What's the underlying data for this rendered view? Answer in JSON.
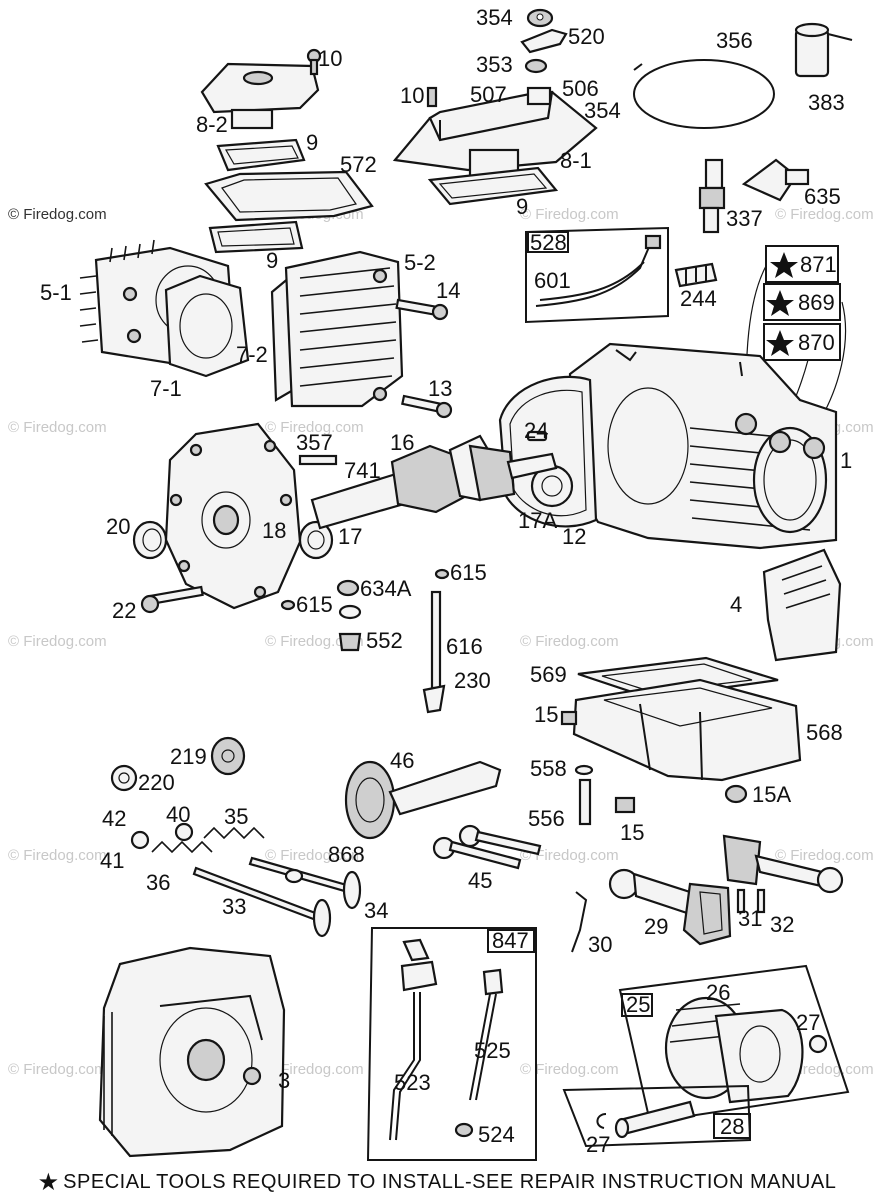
{
  "watermark": {
    "main": "© Firedog.com",
    "repeat": "© Firedog.com"
  },
  "labels": {
    "p354a": "354",
    "p520": "520",
    "p356": "356",
    "p383": "383",
    "p353": "353",
    "p10a": "10",
    "p10b": "10",
    "p507": "507",
    "p506": "506",
    "p354b": "354",
    "p8_2": "8-2",
    "p9a": "9",
    "p572": "572",
    "p8_1": "8-1",
    "p9b": "9",
    "p9c": "9",
    "p337": "337",
    "p635": "635",
    "p528": "528",
    "p601": "601",
    "p244": "244",
    "p871": "871",
    "p869": "869",
    "p870": "870",
    "p5_1": "5-1",
    "p5_2": "5-2",
    "p14": "14",
    "p7_2": "7-2",
    "p7_1": "7-1",
    "p13": "13",
    "p357": "357",
    "p16": "16",
    "p741": "741",
    "p24": "24",
    "p1": "1",
    "p20": "20",
    "p18": "18",
    "p17": "17",
    "p17a": "17A",
    "p12": "12",
    "p22": "22",
    "p634a": "634A",
    "p615a": "615",
    "p615b": "615",
    "p552": "552",
    "p616": "616",
    "p230": "230",
    "p4": "4",
    "p569": "569",
    "p568": "568",
    "p15a_label": "15",
    "p558": "558",
    "p15A": "15A",
    "p556": "556",
    "p15b": "15",
    "p219": "219",
    "p220": "220",
    "p46": "46",
    "p42": "42",
    "p40": "40",
    "p35": "35",
    "p41": "41",
    "p36": "36",
    "p868": "868",
    "p33": "33",
    "p34": "34",
    "p45": "45",
    "p30": "30",
    "p29": "29",
    "p31": "31",
    "p32": "32",
    "p847": "847",
    "p525": "525",
    "p523": "523",
    "p524": "524",
    "p3": "3",
    "p25": "25",
    "p26": "26",
    "p27a": "27",
    "p27b": "27",
    "p28": "28"
  },
  "footer": {
    "star": "★",
    "text": "SPECIAL TOOLS REQUIRED TO INSTALL-SEE REPAIR INSTRUCTION MANUAL"
  }
}
